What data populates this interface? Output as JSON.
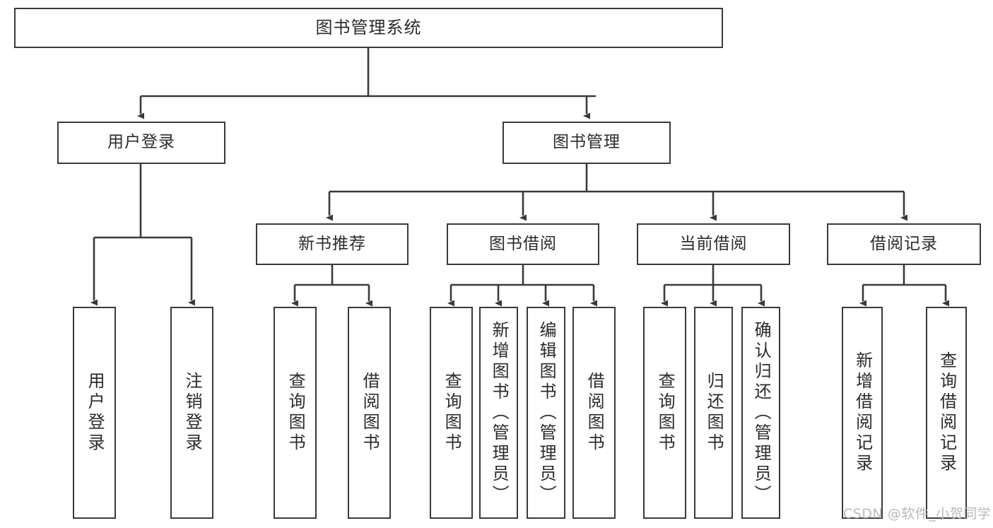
{
  "diagram": {
    "title": "图书管理系统",
    "type": "tree-hierarchy-diagram",
    "watermark": "CSDN @软件_小贺同学",
    "colors": {
      "border": "#3a3a3a",
      "background": "#ffffff",
      "text": "#2b2b2b",
      "connector": "#3a3a3a",
      "watermark": "#b9b9b9"
    },
    "nodes": {
      "root": {
        "label": "图书管理系统"
      },
      "level2": [
        {
          "id": "user-login",
          "label": "用户登录"
        },
        {
          "id": "book-management",
          "label": "图书管理"
        }
      ],
      "level3": [
        {
          "id": "new-book-recommend",
          "label": "新书推荐"
        },
        {
          "id": "book-borrow",
          "label": "图书借阅"
        },
        {
          "id": "current-borrow",
          "label": "当前借阅"
        },
        {
          "id": "borrow-record",
          "label": "借阅记录"
        }
      ],
      "leaves": {
        "user_login": [
          {
            "id": "leaf-user-login",
            "label": "用户登录"
          },
          {
            "id": "leaf-logout-login",
            "label": "注销登录"
          }
        ],
        "new_book_recommend": [
          {
            "id": "leaf-query-book-1",
            "label": "查询图书"
          },
          {
            "id": "leaf-borrow-book-1",
            "label": "借阅图书"
          }
        ],
        "book_borrow": [
          {
            "id": "leaf-query-book-2",
            "label": "查询图书"
          },
          {
            "id": "leaf-add-book",
            "label": "新增图书（管理员）"
          },
          {
            "id": "leaf-edit-book",
            "label": "编辑图书（管理员）"
          },
          {
            "id": "leaf-borrow-book-2",
            "label": "借阅图书"
          }
        ],
        "current_borrow": [
          {
            "id": "leaf-query-book-3",
            "label": "查询图书"
          },
          {
            "id": "leaf-return-book",
            "label": "归还图书"
          },
          {
            "id": "leaf-confirm-return",
            "label": "确认归还（管理员）"
          }
        ],
        "borrow_record": [
          {
            "id": "leaf-add-record",
            "label": "新增借阅记录"
          },
          {
            "id": "leaf-query-record",
            "label": "查询借阅记录"
          }
        ]
      }
    }
  }
}
